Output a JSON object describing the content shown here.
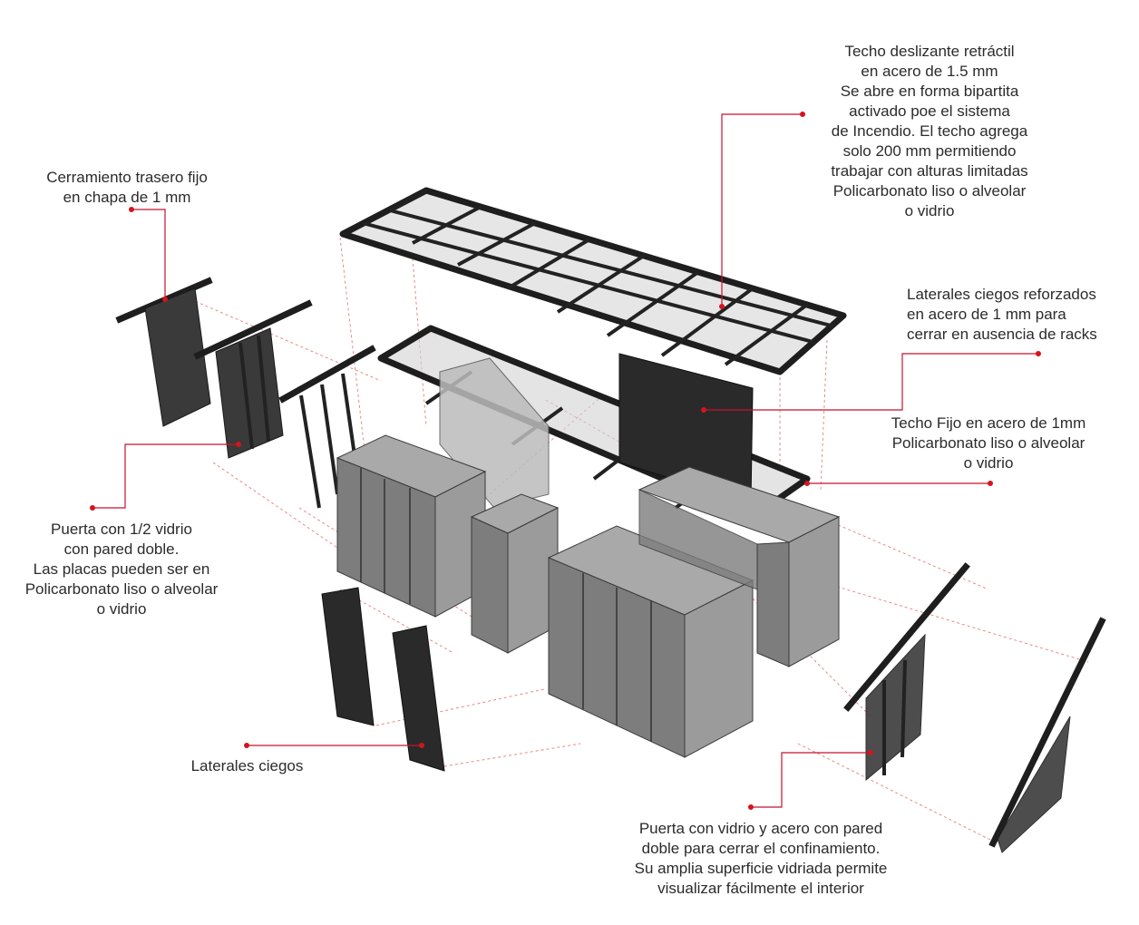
{
  "labels": {
    "sliding_roof": {
      "lines": [
        "Techo deslizante retráctil",
        "en acero de 1.5 mm",
        "Se abre en forma bipartita",
        "activado poe el sistema",
        "de Incendio. El techo agrega",
        "solo 200 mm permitiendo",
        "trabajar con alturas limitadas",
        "Policarbonato liso o alveolar",
        "o vidrio"
      ]
    },
    "rear_enclosure": {
      "lines": [
        "Cerramiento trasero fijo",
        "en chapa de 1 mm"
      ]
    },
    "reinforced_sides": {
      "lines": [
        "Laterales ciegos reforzados",
        "en acero de 1 mm para",
        "cerrar en ausencia de racks"
      ]
    },
    "fixed_roof": {
      "lines": [
        "Techo Fijo en acero de 1mm",
        "Policarbonato liso o alveolar",
        "o vidrio"
      ]
    },
    "half_glass_door": {
      "lines": [
        "Puerta con 1/2 vidrio",
        "con pared doble.",
        "Las placas pueden ser en",
        "Policarbonato liso o alveolar",
        "o vidrio"
      ]
    },
    "blind_sides": {
      "lines": [
        "Laterales ciegos"
      ]
    },
    "glass_door": {
      "lines": [
        "Puerta con vidrio y acero con pared",
        "doble para cerrar el confinamiento.",
        "Su amplia superficie vidriada permite",
        "visualizar fácilmente el interior"
      ]
    }
  },
  "colors": {
    "leader": "#c8102e",
    "text": "#2b2b2b",
    "metal": "#2a2a2a",
    "rack": "#8a8a8a"
  }
}
